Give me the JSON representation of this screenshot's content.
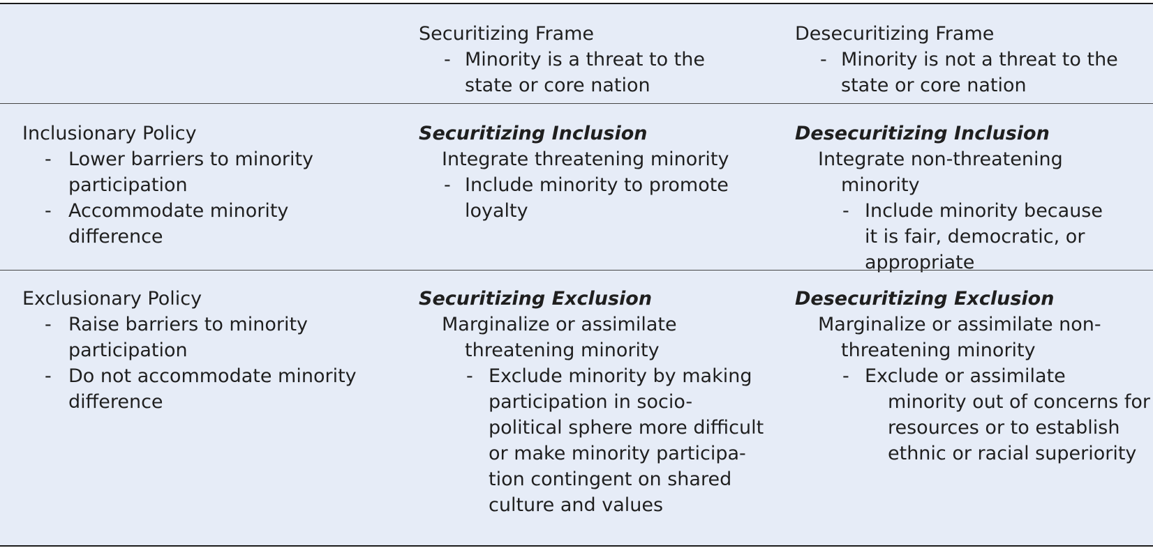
{
  "header": {
    "securitizing_frame": {
      "title": "Securitizing Frame",
      "bullet": [
        "Minority is a threat to the",
        "state or core nation"
      ]
    },
    "desecuritizing_frame": {
      "title": "Desecuritizing Frame",
      "bullet": [
        "Minority is not a threat to the",
        "state or core nation"
      ]
    }
  },
  "rows": {
    "inclusion": {
      "policy": {
        "title": "Inclusionary Policy",
        "bullets": [
          [
            "Lower barriers to minority",
            "participation"
          ],
          [
            "Accommodate minority",
            "difference"
          ]
        ]
      },
      "securitizing": {
        "title": "Securitizing Inclusion",
        "desc": [
          "Integrate threatening minority"
        ],
        "bullet": [
          "Include minority to promote",
          "loyalty"
        ]
      },
      "desecuritizing": {
        "title": "Desecuritizing Inclusion",
        "desc": [
          "Integrate non-threatening",
          "minority"
        ],
        "bullet": [
          "Include minority because",
          "it is fair, democratic, or",
          "appropriate"
        ]
      }
    },
    "exclusion": {
      "policy": {
        "title": "Exclusionary Policy",
        "bullets": [
          [
            "Raise barriers to minority",
            "participation"
          ],
          [
            "Do not accommodate minority",
            "difference"
          ]
        ]
      },
      "securitizing": {
        "title": "Securitizing Exclusion",
        "desc": [
          "Marginalize or assimilate",
          "threatening minority"
        ],
        "bullet": [
          "Exclude minority by making",
          "participation in socio-",
          "political sphere more difficult",
          "or make minority participa-",
          "tion contingent on shared",
          "culture and values"
        ]
      },
      "desecuritizing": {
        "title": "Desecuritizing Exclusion",
        "desc": [
          "Marginalize or assimilate non-",
          "threatening minority"
        ],
        "bullet": [
          "Exclude or assimilate",
          "minority out of concerns for",
          "resources or to establish",
          "ethnic or racial superiority"
        ]
      }
    }
  }
}
